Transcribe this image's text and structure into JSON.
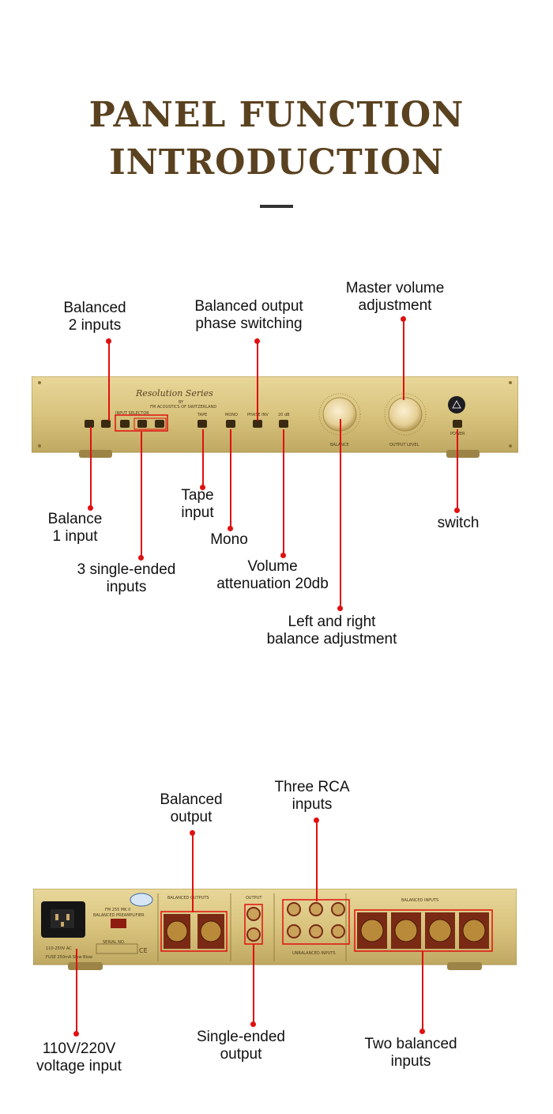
{
  "heading": {
    "line1": "PANEL FUNCTION",
    "line2": "INTRODUCTION"
  },
  "front_panel": {
    "brand_script": "Resolution Series",
    "brand_by": "BY",
    "brand_company": "FM ACOUSTICS OF SWITZERLAND",
    "switch_labels": [
      "INPUT SELECTOR",
      "TAPE",
      "MONO",
      "PHASE INV",
      "20 dB"
    ],
    "knob_labels": [
      "BALANCE",
      "OUTPUT LEVEL"
    ],
    "power_label": "POWER"
  },
  "front_callouts": {
    "balanced_2": "Balanced\n2 inputs",
    "balanced_output_phase": "Balanced output\nphase switching",
    "master_volume": "Master volume\nadjustment",
    "balance_1": "Balance\n1 input",
    "tape_input": "Tape\ninput",
    "mono": "Mono",
    "switch": "switch",
    "single_ended_3": "3 single-ended\ninputs",
    "volume_attenuation": "Volume\nattenuation 20db",
    "lr_balance": "Left and right\nbalance adjustment"
  },
  "rear_panel": {
    "model": "FM 255 MK II",
    "model_sub": "BALANCED PREAMPLIFIER",
    "serial": "SERIAL NO.",
    "fuse": "FUSE 250mA Slow Blow",
    "voltage": "110-250V  AC",
    "balanced_outputs": "BALANCED OUTPUTS",
    "output": "OUTPUT",
    "unbalanced_inputs": "UNBALANCED INPUTS",
    "balanced_inputs": "BALANCED INPUTS",
    "ce": "CE"
  },
  "rear_callouts": {
    "balanced_output": "Balanced\noutput",
    "three_rca": "Three RCA\ninputs",
    "voltage_input": "110V/220V\nvoltage input",
    "single_ended_output": "Single-ended\noutput",
    "two_balanced_inputs": "Two balanced\ninputs"
  }
}
